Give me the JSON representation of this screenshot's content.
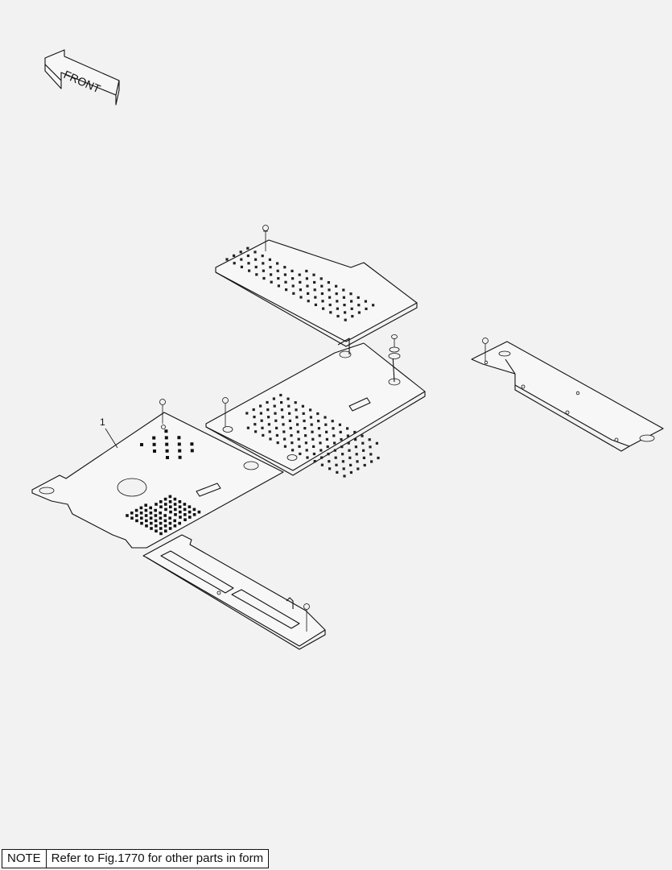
{
  "direction_arrow": {
    "label": "FRONT"
  },
  "callouts": [
    {
      "number": "1"
    }
  ],
  "note": {
    "heading": "NOTE",
    "text": "Refer to Fig.1770 for other parts in form"
  }
}
